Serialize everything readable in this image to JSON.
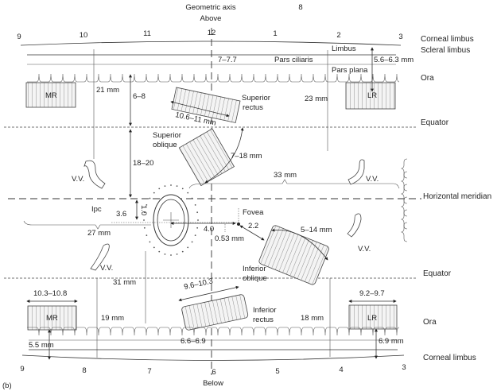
{
  "header": {
    "axis_label": "Geometric axis",
    "above": "Above",
    "fig_number": "8"
  },
  "bottom": {
    "below": "Below",
    "panel": "(b)"
  },
  "top_clock": [
    "9",
    "10",
    "11",
    "12",
    "1",
    "2",
    "3"
  ],
  "bottom_clock": [
    "9",
    "8",
    "7",
    "6",
    "5",
    "4",
    "3"
  ],
  "right_labels": {
    "corneal_limbus": "Corneal limbus",
    "scleral_limbus": "Scleral limbus",
    "ora": "Ora",
    "equator": "Equator",
    "horizontal_meridian": "Horizontal meridian",
    "equator_lower": "Equator",
    "ora_lower": "Ora",
    "corneal_limbus_lower": "Corneal limbus"
  },
  "zones": {
    "limbus": "Limbus",
    "pars_ciliaris": "Pars ciliaris",
    "pars_plana": "Pars plana"
  },
  "muscles": {
    "mr_top": "MR",
    "lr_top": "LR",
    "superior_rectus": [
      "Superior",
      "rectus"
    ],
    "superior_oblique": [
      "Superior",
      "oblique"
    ],
    "inferior_oblique": [
      "Inferior",
      "oblique"
    ],
    "inferior_rectus": [
      "Inferior",
      "rectus"
    ],
    "mr_bottom": "MR",
    "lr_bottom": "LR"
  },
  "vortex_label": "V.V.",
  "measurements": {
    "m_7_77": "7–7.7",
    "m_56_63": "5.6–6.3 mm",
    "m_21": "21 mm",
    "m_6_8": "6–8",
    "m_23": "23 mm",
    "m_106_11": "10.6–11 mm",
    "m_18_20": "18–20",
    "m_7_18": "7–18 mm",
    "m_33": "33 mm",
    "m_36": "3.6",
    "m_10": "1.0",
    "m_27": "27 mm",
    "m_40": "4.0",
    "m_22": "2.2",
    "m_053": "0.53 mm",
    "m_5_14": "5–14 mm",
    "m_31": "31 mm",
    "m_103_108": "10.3–10.8",
    "m_96_103": "9.6–10.3",
    "m_92_97": "9.2–9.7",
    "m_19": "19 mm",
    "m_18": "18 mm",
    "m_55": "5.5 mm",
    "m_66_69": "6.6–6.9",
    "m_69": "6.9 mm"
  },
  "landmarks": {
    "ipc": "Ipc",
    "fovea": "Fovea"
  }
}
